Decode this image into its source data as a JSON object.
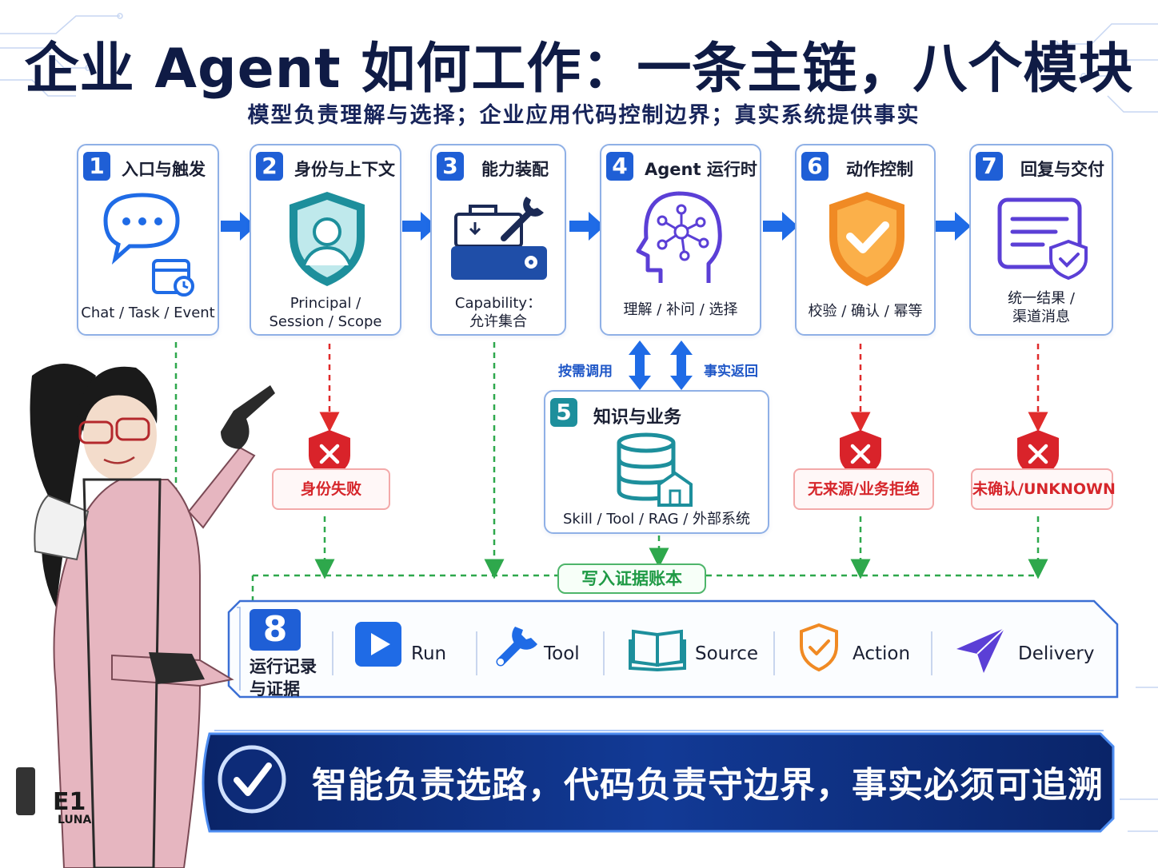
{
  "title": "企业 Agent 如何工作：一条主链，八个模块",
  "subtitle": "模型负责理解与选择；企业应用代码控制边界；真实系统提供事实",
  "modules": [
    {
      "num": "1",
      "title": "入口与触发",
      "sub": "Chat / Task / Event"
    },
    {
      "num": "2",
      "title": "身份与上下文",
      "sub": "Principal /\nSession / Scope"
    },
    {
      "num": "3",
      "title": "能力装配",
      "sub": "Capability：\n允许集合"
    },
    {
      "num": "4",
      "title": "Agent 运行时",
      "sub": "理解 / 补问 / 选择"
    },
    {
      "num": "6",
      "title": "动作控制",
      "sub": "校验 / 确认 / 幂等"
    },
    {
      "num": "7",
      "title": "回复与交付",
      "sub": "统一结果 /\n渠道消息"
    }
  ],
  "knowledge": {
    "num": "5",
    "title": "知识与业务",
    "sub": "Skill / Tool / RAG / 外部系统"
  },
  "call_label": "按需调用",
  "return_label": "事实返回",
  "failures": {
    "identity": "身份失败",
    "action": "无来源/业务拒绝",
    "delivery": "未确认/UNKNOWN"
  },
  "ledger_label": "写入证据账本",
  "evidence": {
    "num": "8",
    "title": "运行记录\n与证据",
    "items": [
      "Run",
      "Tool",
      "Source",
      "Action",
      "Delivery"
    ]
  },
  "banner": "智能负责选路，代码负责守边界，事实必须可追溯",
  "character_badge": "E1",
  "character_name": "LUNA",
  "colors": {
    "primary": "#1f5fd6",
    "teal": "#1d8f9c",
    "fail": "#d6262b",
    "ledger": "#1f9a45",
    "banner": "#0d2b78",
    "title": "#0f1b45"
  }
}
